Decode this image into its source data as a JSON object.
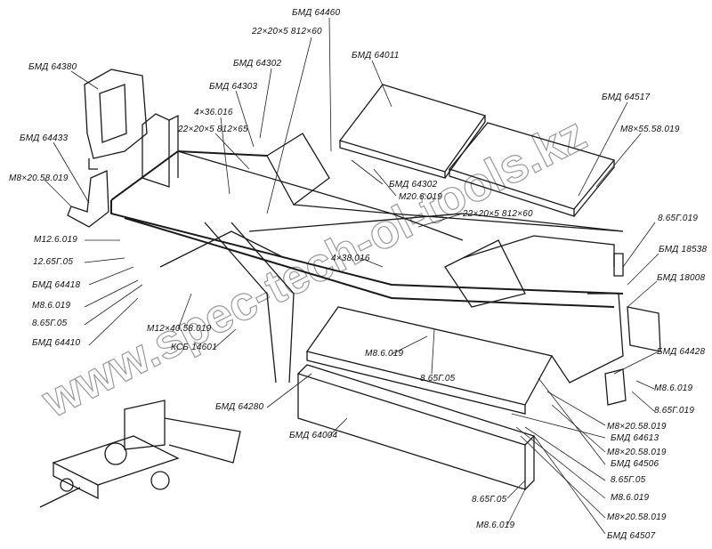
{
  "watermark": "www.spec-tech-ol-tools.kz",
  "labels": [
    {
      "id": "l01",
      "text": "БМД 64460"
    },
    {
      "id": "l02",
      "text": "22×20×5 812×60"
    },
    {
      "id": "l03",
      "text": "БМД 64011"
    },
    {
      "id": "l04",
      "text": "БМД 64380"
    },
    {
      "id": "l05",
      "text": "БМД 64302"
    },
    {
      "id": "l06",
      "text": "БМД 64303"
    },
    {
      "id": "l07",
      "text": "4×36.016"
    },
    {
      "id": "l08",
      "text": "22×20×5 812×65"
    },
    {
      "id": "l09",
      "text": "БМД 64433"
    },
    {
      "id": "l10",
      "text": "М8×20.58.019"
    },
    {
      "id": "l11",
      "text": "БМД 64517"
    },
    {
      "id": "l12",
      "text": "М8×55.58.019"
    },
    {
      "id": "l13",
      "text": "БМД 64302"
    },
    {
      "id": "l14",
      "text": "М20.6.019"
    },
    {
      "id": "l15",
      "text": "22×20×5 812×60"
    },
    {
      "id": "l16",
      "text": "8.65Г.019"
    },
    {
      "id": "l17",
      "text": "М12.6.019"
    },
    {
      "id": "l18",
      "text": "12.65Г.05"
    },
    {
      "id": "l19",
      "text": "4×38.016"
    },
    {
      "id": "l20",
      "text": "БМД 18538"
    },
    {
      "id": "l21",
      "text": "БМД 64418"
    },
    {
      "id": "l22",
      "text": "БМД 18008"
    },
    {
      "id": "l23",
      "text": "М8.6.019"
    },
    {
      "id": "l24",
      "text": "8.65Г.05"
    },
    {
      "id": "l25",
      "text": "М12×40.58.019"
    },
    {
      "id": "l26",
      "text": "БМД 64410"
    },
    {
      "id": "l27",
      "text": "КСБ 14601"
    },
    {
      "id": "l28",
      "text": "М8.6.019"
    },
    {
      "id": "l29",
      "text": "8.65Г.05"
    },
    {
      "id": "l30",
      "text": "БМД 64428"
    },
    {
      "id": "l31",
      "text": "М8.6.019"
    },
    {
      "id": "l32",
      "text": "8.65Г.019"
    },
    {
      "id": "l33",
      "text": "БМД 64280"
    },
    {
      "id": "l34",
      "text": "М8×20.58.019"
    },
    {
      "id": "l35",
      "text": "БМД 64613"
    },
    {
      "id": "l36",
      "text": "БМД 64004"
    },
    {
      "id": "l37",
      "text": "М8×20.58.019"
    },
    {
      "id": "l38",
      "text": "БМД 64506"
    },
    {
      "id": "l39",
      "text": "8.65Г.05"
    },
    {
      "id": "l40",
      "text": "М8.6.019"
    },
    {
      "id": "l41",
      "text": "8.65Г.05"
    },
    {
      "id": "l42",
      "text": "М8.6.019"
    },
    {
      "id": "l43",
      "text": "М8×20.58.019"
    },
    {
      "id": "l44",
      "text": "БМД 64507"
    }
  ]
}
